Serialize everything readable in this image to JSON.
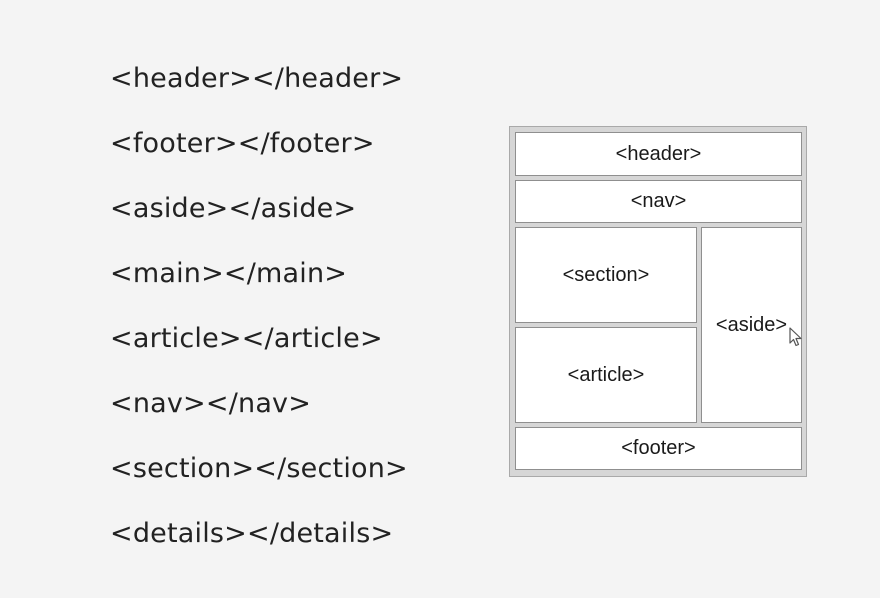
{
  "tag_list": [
    "<header></header>",
    "<footer></footer>",
    "<aside></aside>",
    "<main></main>",
    "<article></article>",
    "<nav></nav>",
    "<section></section>",
    "<details></details>"
  ],
  "layout_diagram": {
    "header": "<header>",
    "nav": "<nav>",
    "section": "<section>",
    "article": "<article>",
    "aside": "<aside>",
    "footer": "<footer>"
  },
  "icons": {
    "cursor": "mouse-pointer-icon"
  }
}
